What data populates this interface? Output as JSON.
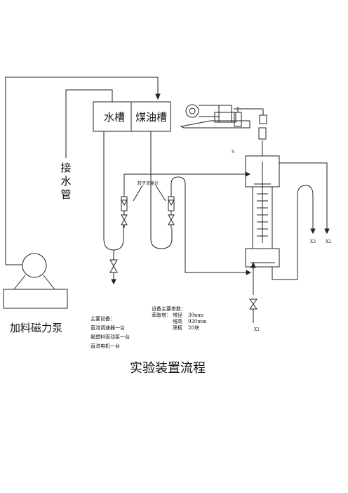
{
  "tanks": {
    "water": "水槽",
    "coal_oil": "煤油槽"
  },
  "inlet_pipe": [
    "接",
    "水",
    "管"
  ],
  "flowmeter_label": "转子流量计",
  "pump_label": "加料磁力泵",
  "stream_labels": {
    "s": "S",
    "x1": "X1",
    "x2": "X2",
    "x3": "X3"
  },
  "main_equipment": {
    "title": "主要设备：",
    "items": [
      "直流调速器一台",
      "氟塑料驱动泵一台",
      "直流电机一台"
    ]
  },
  "parameters": {
    "title": "设备主要参数：",
    "column_label": "萃取塔：",
    "rows": [
      {
        "name": "塔径",
        "value": "30mm"
      },
      {
        "name": "塔高",
        "value": "920mm"
      },
      {
        "name": "筛板",
        "value": "20块"
      }
    ]
  },
  "caption": "实验装置流程"
}
